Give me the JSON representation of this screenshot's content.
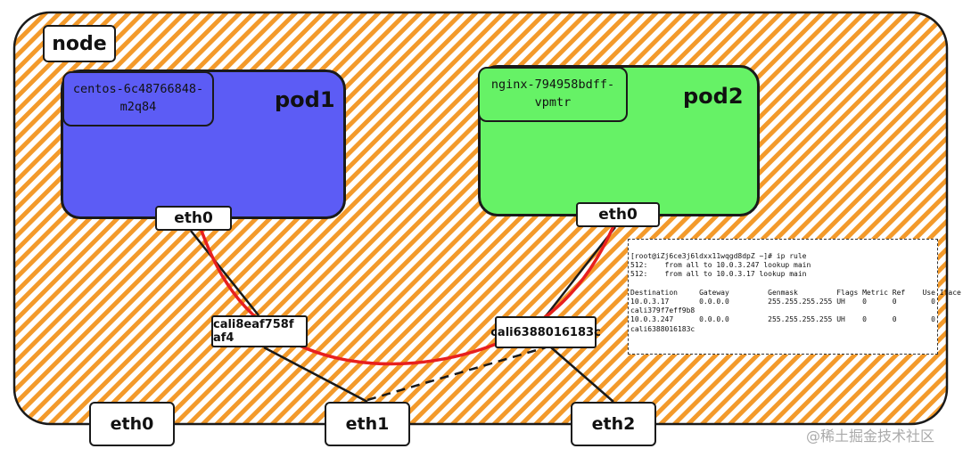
{
  "node": {
    "label": "node"
  },
  "pods": [
    {
      "title": "pod1",
      "name_line1": "centos-6c48766848-",
      "name_line2": "m2q84",
      "iface": "eth0",
      "fill": "#5c5cf5"
    },
    {
      "title": "pod2",
      "name_line1": "nginx-794958bdff-",
      "name_line2": "vpmtr",
      "iface": "eth0",
      "fill": "#66f266"
    }
  ],
  "veth": {
    "pod1": "cali8eaf758f af4",
    "pod2": "cali6388016183c"
  },
  "host_ifaces": {
    "eth0": "eth0",
    "eth1": "eth1",
    "eth2": "eth2"
  },
  "route_panel": {
    "lines": [
      "[root@iZj6ce3j6ldxx11wqgd8dpZ ~]# ip rule",
      "512:    from all to 10.0.3.247 lookup main",
      "512:    from all to 10.0.3.17 lookup main",
      "",
      "Destination     Gateway         Genmask         Flags Metric Ref    Use Iface",
      "10.0.3.17       0.0.0.0         255.255.255.255 UH    0      0        0",
      "cali379f7eff9b8",
      "10.0.3.247      0.0.0.0         255.255.255.255 UH    0      0        0",
      "cali6388016183c"
    ]
  },
  "watermark": "@稀土掘金技术社区",
  "colors": {
    "hatch": "#f39a2b",
    "pod1": "#5c5cf5",
    "pod2": "#66f266",
    "arrow": "#e8201e"
  }
}
